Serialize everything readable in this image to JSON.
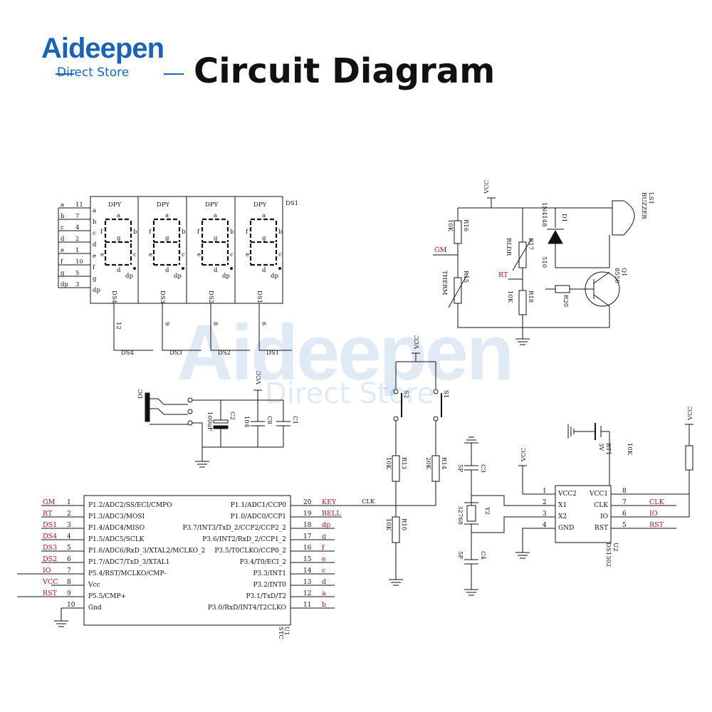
{
  "header": {
    "brand": "Aideepen",
    "brand_sub": "Direct Store",
    "title": "Circuit Diagram"
  },
  "watermark": {
    "word": "Aideepen",
    "sub": "Direct Store"
  },
  "display": {
    "ref": "DS1",
    "digit_label": "DPY",
    "digits": [
      "DS4",
      "DS3",
      "DS2",
      "DS1"
    ],
    "segment_pins": [
      {
        "name": "a",
        "num": "11"
      },
      {
        "name": "b",
        "num": "7"
      },
      {
        "name": "c",
        "num": "4"
      },
      {
        "name": "d",
        "num": "2"
      },
      {
        "name": "e",
        "num": "1"
      },
      {
        "name": "f",
        "num": "10"
      },
      {
        "name": "g",
        "num": "5"
      },
      {
        "name": "dp",
        "num": "3"
      }
    ],
    "common_pins": [
      "12",
      "9",
      "8",
      "6"
    ],
    "segment_letters": [
      "a",
      "f",
      "b",
      "g",
      "e",
      "c",
      "d",
      "dp"
    ]
  },
  "buzzer": {
    "vcc": "VCC",
    "buzzer_ref": "LS1",
    "buzzer_name": "BUZZER",
    "r16": "R16",
    "r16_val": "10K",
    "r17": "R17",
    "r17_name": "RLDR",
    "r15": "R15",
    "r15_name": "THERM",
    "r18": "R18",
    "r18_val": "10K",
    "r20": "R20",
    "r20_val": "510",
    "d1": "D1",
    "d1_name": "1N4148",
    "q1": "Q1",
    "q1_name": "8550",
    "gm": "GM",
    "rt": "RT"
  },
  "power": {
    "vcc": "VCC",
    "jack": "DC",
    "c2": "C2",
    "c2_val": "100uF",
    "c8": "C8",
    "c8_val": "104",
    "c1": "C1"
  },
  "keys": {
    "vcc": "VCC",
    "s2": "S2",
    "s1": "S1",
    "r13": "R13",
    "r13_val": "10K",
    "r14": "R14",
    "r14_val": "20K",
    "r10": "R10",
    "r10_val": "10K",
    "clk": "CLK"
  },
  "mcu": {
    "ref": "U1",
    "part": "STC",
    "left_pins": [
      {
        "net": "GM",
        "num": "1",
        "name": "P1.2/ADC2/SS/ECI/CMPO"
      },
      {
        "net": "RT",
        "num": "2",
        "name": "P1.3/ADC3/MOSI"
      },
      {
        "net": "DS1",
        "num": "3",
        "name": "P1.4/ADC4/MISO"
      },
      {
        "net": "DS4",
        "num": "4",
        "name": "P1.5/ADC5/SCLK"
      },
      {
        "net": "DS3",
        "num": "5",
        "name": "P1.6/ADC6/RxD_3/XTAL2/MCLKO_2"
      },
      {
        "net": "DS2",
        "num": "6",
        "name": "P1.7/ADC7/TxD_3/XTAL1"
      },
      {
        "net": "IO",
        "num": "7",
        "name": "P5.4/RST/MCLKO/CMP-"
      },
      {
        "net": "VCC",
        "num": "8",
        "name": "Vcc"
      },
      {
        "net": "RST",
        "num": "9",
        "name": "P5.5/CMP+"
      },
      {
        "net": "",
        "num": "10",
        "name": "Gnd"
      }
    ],
    "right_pins": [
      {
        "net": "KEY",
        "num": "20",
        "name": "P1.1/ADC1/CCP0"
      },
      {
        "net": "BELL",
        "num": "19",
        "name": "P1.0/ADC0/CCP1"
      },
      {
        "net": "dp",
        "num": "18",
        "name": "P3.7/INT3/TxD_2/CCP2/CCP2_2"
      },
      {
        "net": "g",
        "num": "17",
        "name": "P3.6/INT2/RxD_2/CCP1_2"
      },
      {
        "net": "f",
        "num": "16",
        "name": "P3.5/T0CLKO/CCP0_2"
      },
      {
        "net": "e",
        "num": "15",
        "name": "P3.4/T0/ECI_2"
      },
      {
        "net": "c",
        "num": "14",
        "name": "P3.3/INT1"
      },
      {
        "net": "d",
        "num": "13",
        "name": "P3.2/INT0"
      },
      {
        "net": "a",
        "num": "12",
        "name": "P3.1/TxD/T2"
      },
      {
        "net": "b",
        "num": "11",
        "name": "P3.0/RxD/INT4/T2CLKO"
      }
    ]
  },
  "rtc": {
    "ref": "U2",
    "part": "DS1302",
    "vcc_left": "VCC",
    "vcc_right": "VCC",
    "battery": "BT1",
    "battery_val": "3V",
    "r_val": "10K",
    "c3": "C3",
    "c3_val": "5P",
    "c4": "C4",
    "c4_val": "5P",
    "y2": "Y2",
    "y2_val": "32768",
    "left_pins": [
      {
        "num": "1",
        "name": "VCC2"
      },
      {
        "num": "2",
        "name": "X1"
      },
      {
        "num": "3",
        "name": "X2"
      },
      {
        "num": "4",
        "name": "GND"
      }
    ],
    "right_pins": [
      {
        "num": "8",
        "name": "VCC1",
        "net": ""
      },
      {
        "num": "7",
        "name": "CLK",
        "net": "CLK"
      },
      {
        "num": "6",
        "name": "IO",
        "net": "IO"
      },
      {
        "num": "5",
        "name": "RST",
        "net": "RST"
      }
    ]
  }
}
